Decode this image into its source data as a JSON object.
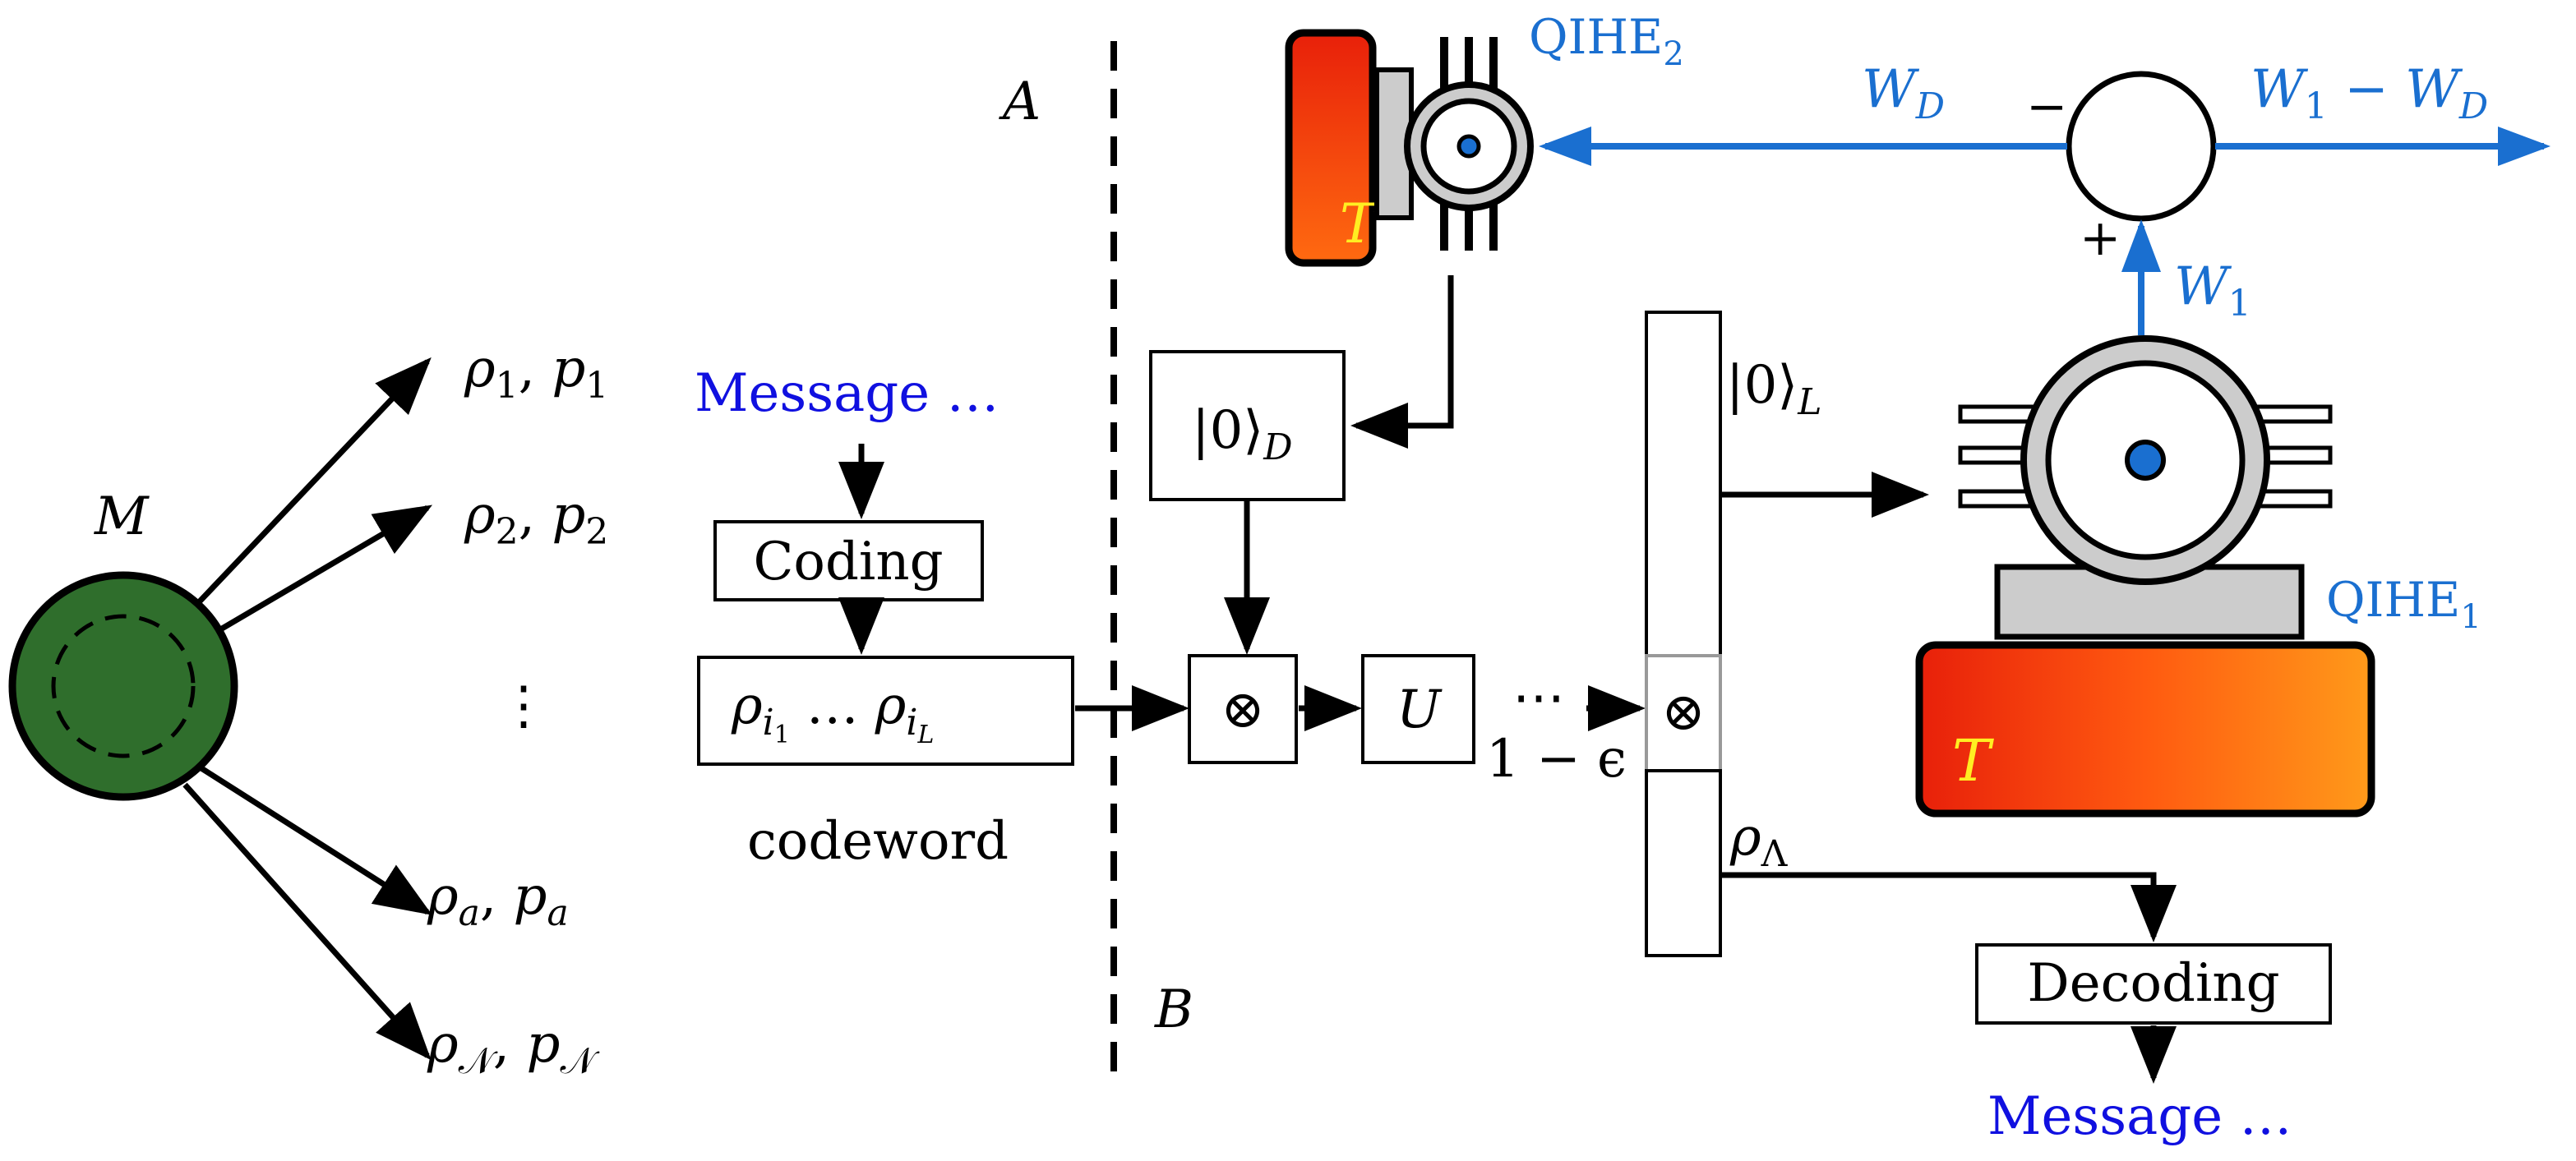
{
  "source": {
    "symbol": "M"
  },
  "ensemble": {
    "states": [
      {
        "rho": "ρ",
        "rho_sub": "1",
        "p": "p",
        "p_sub": "1"
      },
      {
        "rho": "ρ",
        "rho_sub": "2",
        "p": "p",
        "p_sub": "2"
      },
      {
        "rho": "ρ",
        "rho_sub": "a",
        "p": "p",
        "p_sub": "a"
      },
      {
        "rho": "ρ",
        "rho_sub": "𝒩",
        "p": "p",
        "p_sub": "𝒩"
      }
    ],
    "vdots": "⋮"
  },
  "left_message": "Message …",
  "coding_label": "Coding",
  "codeword": {
    "rho": "ρ",
    "i": "i",
    "sub1": "1",
    "dots": "…",
    "subL": "L",
    "caption": "codeword"
  },
  "divider": {
    "label_a": "A",
    "label_b": "B"
  },
  "register_d": {
    "ket": "|0⟩",
    "sub": "D"
  },
  "tensor_symbol": "⊗",
  "unitary": "U",
  "dots": "⋯",
  "one_minus_eps": "1 − ϵ",
  "register_l": {
    "ket": "|0⟩",
    "sub": "L"
  },
  "rho_lambda": {
    "rho": "ρ",
    "sub": "Λ"
  },
  "decoding_label": "Decoding",
  "right_message": "Message …",
  "qihe2": {
    "label": "QIHE",
    "sub": "2",
    "temp": "T"
  },
  "qihe1": {
    "label": "QIHE",
    "sub": "1",
    "temp": "T"
  },
  "work": {
    "wd": "W",
    "wd_sub": "D",
    "w1": "W",
    "w1_sub": "1",
    "out_w": "W",
    "out_sub1": "1",
    "out_minus": " − ",
    "out_w2": "W",
    "out_sub2": "D",
    "minus_sign": "−",
    "plus_sign": "+"
  },
  "colors": {
    "source_fill": "#2f6e2c",
    "accent_blue": "#1a6fd0",
    "message_blue": "#1010e0",
    "heat_hot": "#e8200a",
    "heat_warm": "#ff9a1a",
    "temp_label": "#ffee22",
    "gray": "#cccccc"
  }
}
